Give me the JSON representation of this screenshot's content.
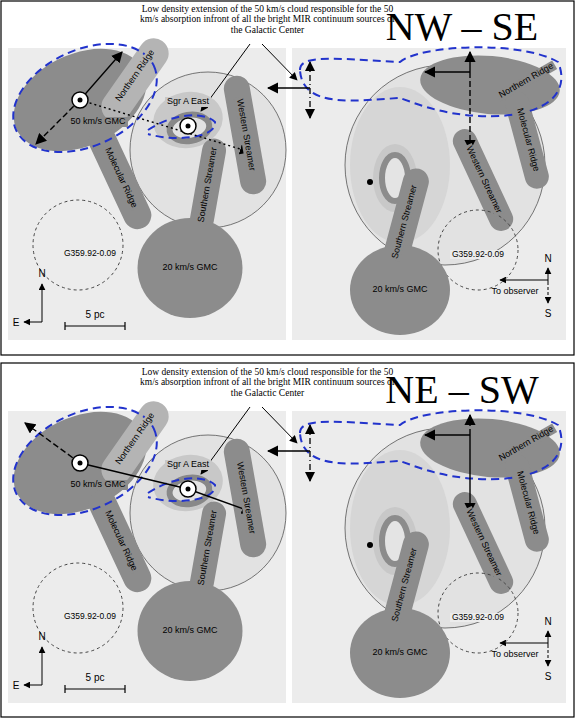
{
  "diagram": {
    "nodes": [
      {
        "text": [
          "50 km/s GMC"
        ]
      },
      {
        "text": [
          "Northern Ridge"
        ]
      },
      {
        "text": [
          "Sgr A East"
        ]
      },
      {
        "text": [
          "Western Streamer"
        ]
      },
      {
        "text": [
          "Southern Streamer"
        ]
      },
      {
        "text": [
          "Molecular Ridge"
        ]
      },
      {
        "text": [
          "G359.92-0.09"
        ]
      },
      {
        "text": [
          "20 km/s GMC"
        ]
      },
      {
        "text": [
          "Northern Ridge"
        ]
      },
      {
        "text": [
          "Molecular Ridge"
        ]
      },
      {
        "text": [
          "Western Streamer"
        ]
      },
      {
        "text": [
          "Southern Streamer"
        ]
      },
      {
        "text": [
          "G359.92-0.09"
        ]
      },
      {
        "text": [
          "20 km/s GMC"
        ]
      },
      {
        "text": [
          "50 km/s GMC"
        ]
      },
      {
        "text": [
          "Northern Ridge"
        ]
      },
      {
        "text": [
          "Sgr A East"
        ]
      },
      {
        "text": [
          "Western Streamer"
        ]
      },
      {
        "text": [
          "Southern Streamer"
        ]
      },
      {
        "text": [
          "Molecular Ridge"
        ]
      },
      {
        "text": [
          "G359.92-0.09"
        ]
      },
      {
        "text": [
          "20 km/s GMC"
        ]
      },
      {
        "text": [
          "Northern Ridge"
        ]
      },
      {
        "text": [
          "Molecular Ridge"
        ]
      },
      {
        "text": [
          "Western Streamer"
        ]
      },
      {
        "text": [
          "Southern Streamer"
        ]
      },
      {
        "text": [
          "G359.92-0.09"
        ]
      },
      {
        "text": [
          "20 km/s GMC"
        ]
      }
    ],
    "labels": [
      "Low density extension of the 50 km/s cloud responsible for the 50 km/s absorption infront of all the bright MIR continuum sources of the Galactic Center",
      "NW – SE",
      "N",
      "E",
      "5 pc",
      "N",
      "S",
      "To observer",
      "Low density extension of the 50 km/s cloud responsible for the 50 km/s absorption infront of all the bright MIR continuum sources of the Galactic Center",
      "NE – SW",
      "N",
      "E",
      "5 pc",
      "N",
      "S",
      "To observer"
    ]
  }
}
